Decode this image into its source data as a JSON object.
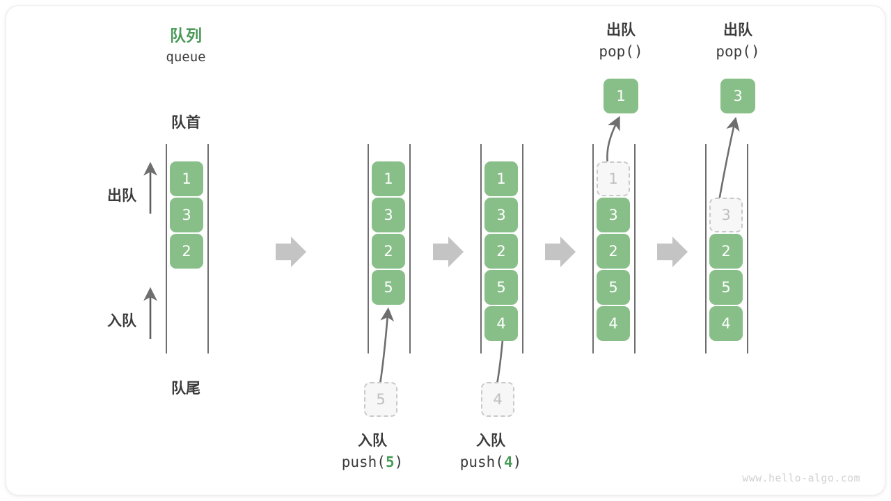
{
  "meta": {
    "watermark": "www.hello-algo.com",
    "accent_green": "#4a9a58",
    "cell_green": "#88bf88",
    "ghost_gray": "#bfbfbf",
    "arrow_gray": "#c4c4c4",
    "text_gray": "#3b3b3b"
  },
  "header": {
    "title_cn": "队列",
    "title_en": "queue"
  },
  "labels": {
    "front": "队首",
    "rear": "队尾",
    "dequeue": "出队",
    "enqueue": "入队"
  },
  "columns": [
    {
      "id": "initial",
      "cells": [
        {
          "value": "1",
          "state": "filled"
        },
        {
          "value": "3",
          "state": "filled"
        },
        {
          "value": "2",
          "state": "filled"
        }
      ]
    },
    {
      "id": "after-push-5",
      "cells": [
        {
          "value": "1",
          "state": "filled"
        },
        {
          "value": "3",
          "state": "filled"
        },
        {
          "value": "2",
          "state": "filled"
        },
        {
          "value": "5",
          "state": "filled"
        }
      ],
      "incoming": {
        "value": "5",
        "state": "ghost"
      },
      "caption": {
        "line1": "入队",
        "fn_prefix": "push(",
        "fn_arg": "5",
        "fn_suffix": ")"
      }
    },
    {
      "id": "after-push-4",
      "cells": [
        {
          "value": "1",
          "state": "filled"
        },
        {
          "value": "3",
          "state": "filled"
        },
        {
          "value": "2",
          "state": "filled"
        },
        {
          "value": "5",
          "state": "filled"
        },
        {
          "value": "4",
          "state": "filled"
        }
      ],
      "incoming": {
        "value": "4",
        "state": "ghost"
      },
      "caption": {
        "line1": "入队",
        "fn_prefix": "push(",
        "fn_arg": "4",
        "fn_suffix": ")"
      }
    },
    {
      "id": "after-pop-1",
      "cells": [
        {
          "value": "1",
          "state": "ghost"
        },
        {
          "value": "3",
          "state": "filled"
        },
        {
          "value": "2",
          "state": "filled"
        },
        {
          "value": "5",
          "state": "filled"
        },
        {
          "value": "4",
          "state": "filled"
        }
      ],
      "outgoing": {
        "value": "1",
        "state": "filled"
      },
      "caption": {
        "line1": "出队",
        "fn_prefix": "pop(",
        "fn_arg": "",
        "fn_suffix": ")"
      }
    },
    {
      "id": "after-pop-3",
      "cells": [
        {
          "value": "3",
          "state": "ghost"
        },
        {
          "value": "2",
          "state": "filled"
        },
        {
          "value": "5",
          "state": "filled"
        },
        {
          "value": "4",
          "state": "filled"
        }
      ],
      "outgoing": {
        "value": "3",
        "state": "filled"
      },
      "caption": {
        "line1": "出队",
        "fn_prefix": "pop(",
        "fn_arg": "",
        "fn_suffix": ")"
      }
    }
  ],
  "transition_arrows": 4
}
